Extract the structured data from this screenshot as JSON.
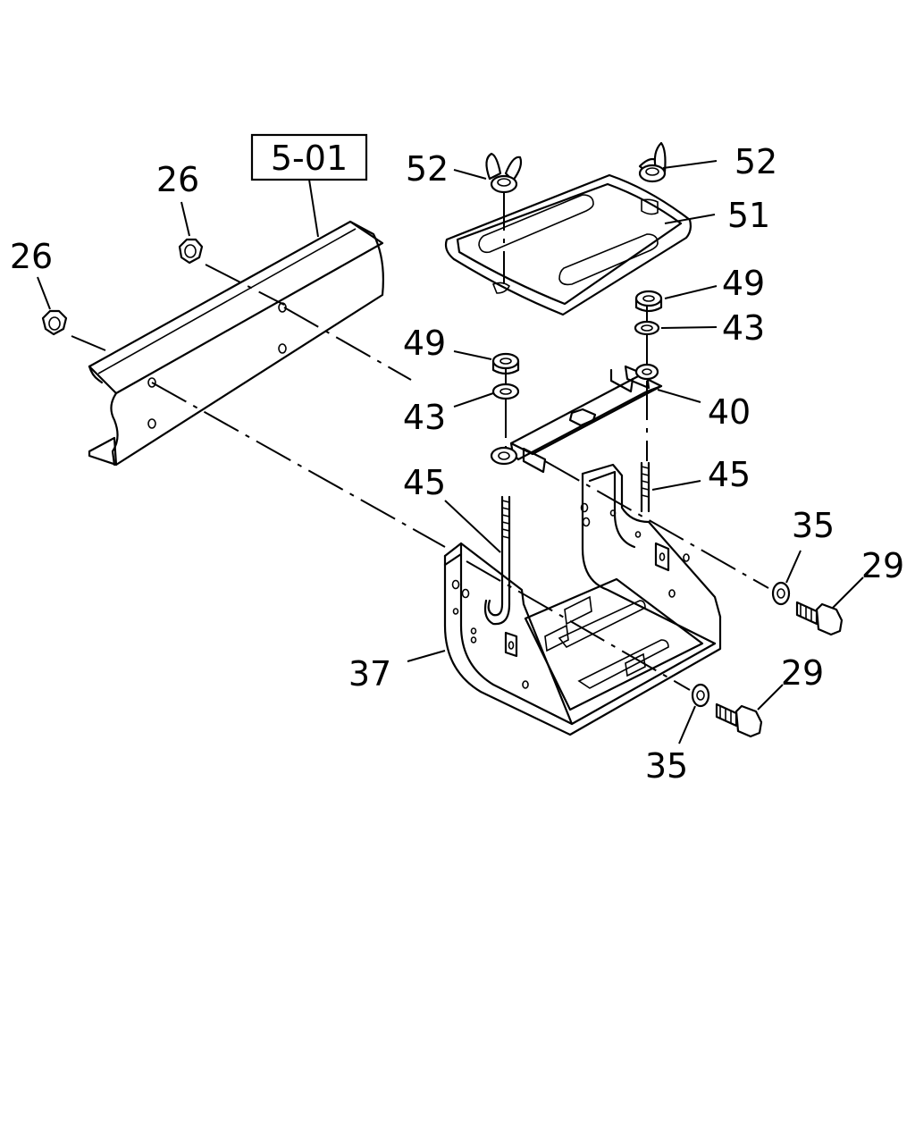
{
  "reference_box": "5-01",
  "callouts": {
    "c26_upper": "26",
    "c26_left": "26",
    "c52_left": "52",
    "c52_right": "52",
    "c51": "51",
    "c49_right": "49",
    "c43_right": "43",
    "c49_left": "49",
    "c43_left": "43",
    "c40": "40",
    "c45_left": "45",
    "c45_right": "45",
    "c35_upper": "35",
    "c29_upper": "29",
    "c37": "37",
    "c29_lower": "29",
    "c35_lower": "35"
  }
}
